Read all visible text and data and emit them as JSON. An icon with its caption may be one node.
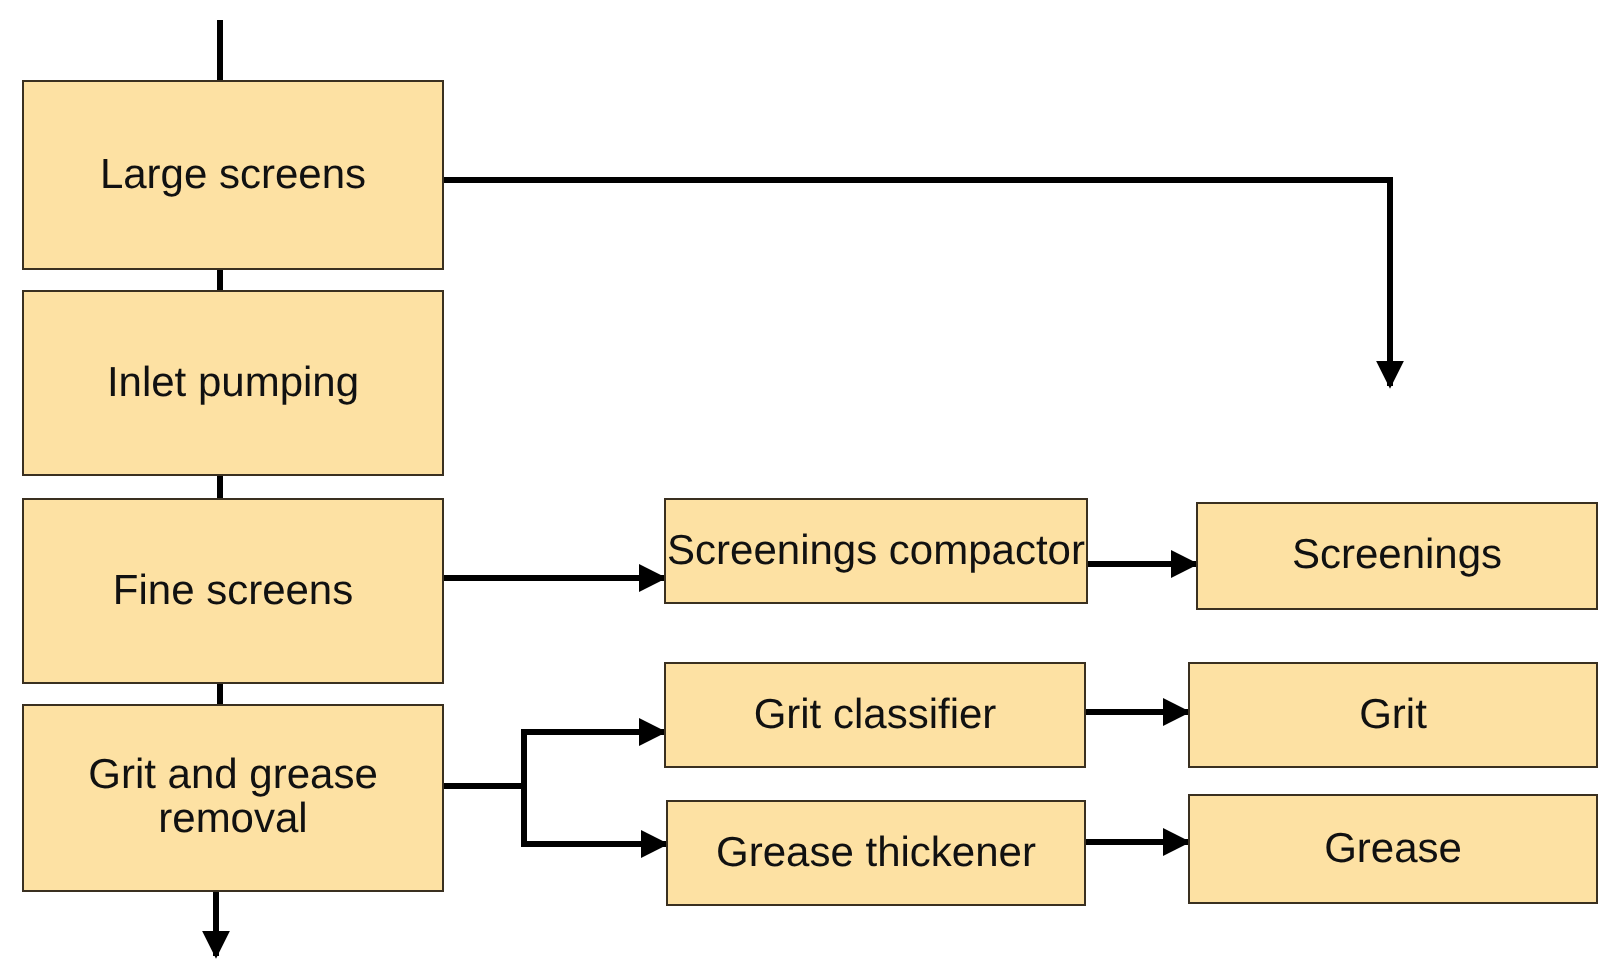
{
  "diagram": {
    "nodes": [
      {
        "text": [
          "Large screens"
        ]
      },
      {
        "text": [
          "Inlet pumping"
        ]
      },
      {
        "text": [
          "Fine screens"
        ]
      },
      {
        "text": [
          "Grit and grease removal"
        ]
      },
      {
        "text": [
          "Screenings compactor"
        ]
      },
      {
        "text": [
          "Screenings"
        ]
      },
      {
        "text": [
          "Grit classifier"
        ]
      },
      {
        "text": [
          "Grit"
        ]
      },
      {
        "text": [
          "Grease thickener"
        ]
      },
      {
        "text": [
          "Grease"
        ]
      }
    ],
    "edges": [
      {
        "from": null,
        "to": 0,
        "arrow": "none"
      },
      {
        "from": 0,
        "to": 1,
        "arrow": "none"
      },
      {
        "from": 1,
        "to": 2,
        "arrow": "none"
      },
      {
        "from": 2,
        "to": 3,
        "arrow": "none"
      },
      {
        "from": 3,
        "to": null,
        "arrow": "to"
      },
      {
        "from": 0,
        "to": null,
        "arrow": "to"
      },
      {
        "from": 2,
        "to": 4,
        "arrow": "to"
      },
      {
        "from": 4,
        "to": 5,
        "arrow": "to"
      },
      {
        "from": 3,
        "to": 6,
        "arrow": "to"
      },
      {
        "from": 3,
        "to": 8,
        "arrow": "to"
      },
      {
        "from": 6,
        "to": 7,
        "arrow": "to"
      },
      {
        "from": 8,
        "to": 9,
        "arrow": "to"
      }
    ]
  }
}
